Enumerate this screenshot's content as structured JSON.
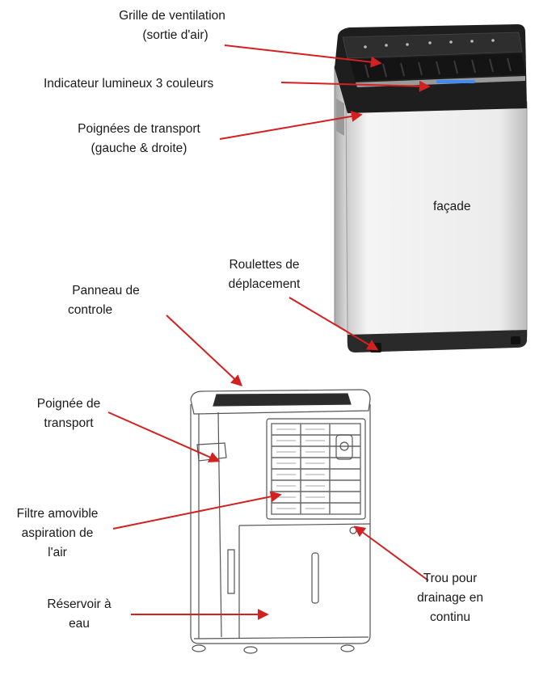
{
  "labels": {
    "grille": [
      "Grille de ventilation",
      "(sortie d'air)"
    ],
    "indicateur": [
      "Indicateur lumineux 3 couleurs"
    ],
    "poignees": [
      "Poignées de transport",
      "(gauche & droite)"
    ],
    "facade": [
      "façade"
    ],
    "roulettes": [
      "Roulettes de",
      "déplacement"
    ],
    "panneau": [
      "Panneau de",
      "controle"
    ],
    "poignee": [
      "Poignée de",
      "transport"
    ],
    "filtre": [
      "Filtre amovible",
      "aspiration de",
      "l'air"
    ],
    "reservoir": [
      "Réservoir à",
      "eau"
    ],
    "trou": [
      "Trou pour",
      "drainage en",
      "continu"
    ]
  },
  "colors": {
    "arrow": "#d42020",
    "indicator": "#3d8cff",
    "outline": "#555555",
    "body_dark": "#1c1c1c",
    "body_light": "#eeeeee"
  }
}
